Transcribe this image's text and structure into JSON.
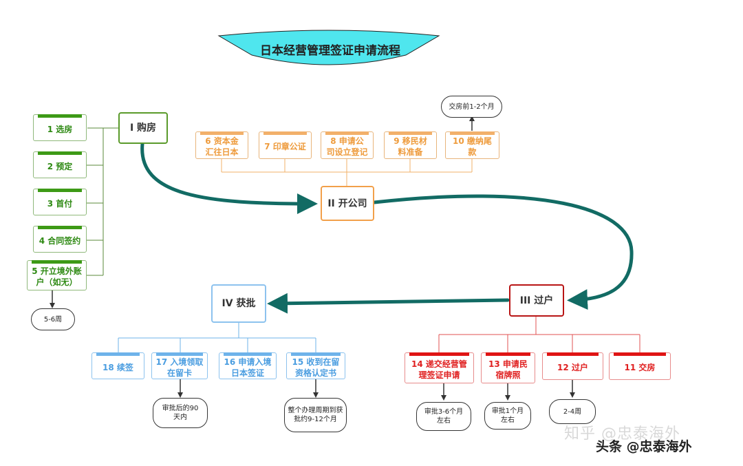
{
  "title": "日本经营管理签证申请流程",
  "stages": {
    "purchase": "I 购房",
    "company": "II 开公司",
    "transfer": "III 过户",
    "approval": "IV 获批"
  },
  "purchase_steps": [
    "1 选房",
    "2 预定",
    "3 首付",
    "4 合同签约",
    "5 开立境外账户（如无）"
  ],
  "company_steps": [
    "6 资本金汇往日本",
    "7 印章公证",
    "8 申请公司设立登记",
    "9 移民材料准备",
    "10 缴纳尾款"
  ],
  "transfer_steps": [
    "14 递交经营管理签证申请",
    "13 申请民宿牌照",
    "12 过户",
    "11 交房"
  ],
  "approval_steps": [
    "18 续签",
    "17 入境领取在留卡",
    "16 申请入境日本签证",
    "15 收到在留资格认定书"
  ],
  "notes": {
    "purchase": "5-6周",
    "final_payment": "交房前1-2个月",
    "visa_apply": "审批3-6个月左右",
    "minpaku": "审批1个月左右",
    "transfer": "2-4周",
    "residence_card": "审批后的90天内",
    "overall": "整个办理周期到获批约9-12个月"
  },
  "watermark": {
    "zhihu": "知乎 @忠泰海外",
    "toutiao": "头条 @忠泰海外"
  },
  "colors": {
    "purchase": "#3d9a16",
    "company": "#f2a04a",
    "transfer": "#cc1111",
    "approval": "#8cc2ee",
    "arrow": "#126b64",
    "banner": "#4fe6ee"
  }
}
